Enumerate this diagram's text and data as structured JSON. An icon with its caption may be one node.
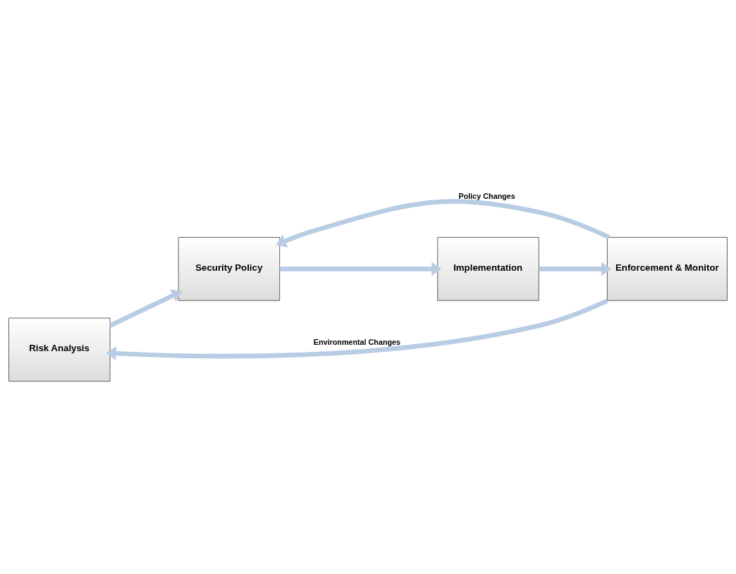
{
  "diagram": {
    "nodes": [
      {
        "text": [
          "Risk Analysis"
        ]
      },
      {
        "text": [
          "Enforcement & Monitor"
        ]
      },
      {
        "text": [
          "Security Policy"
        ]
      },
      {
        "text": [
          "Implementation"
        ]
      }
    ],
    "edges": [
      {
        "from": 1,
        "to": 0,
        "arrow": "to",
        "label": "Environmental Changes"
      },
      {
        "from": 0,
        "to": 2,
        "arrow": "to"
      },
      {
        "from": 1,
        "to": 2,
        "arrow": "to",
        "label": "Policy Changes"
      },
      {
        "from": 2,
        "to": 3,
        "arrow": "to"
      },
      {
        "from": 3,
        "to": 1,
        "arrow": "to"
      }
    ]
  }
}
